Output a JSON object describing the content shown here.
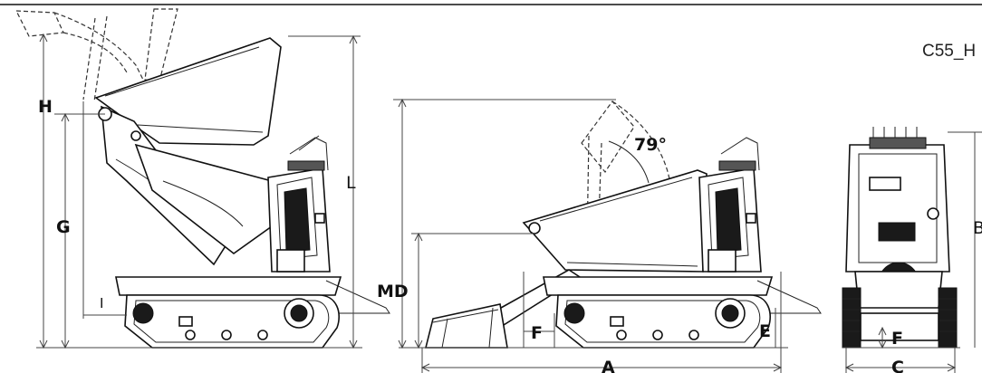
{
  "model_code": "C55_H",
  "angle_label": "79°",
  "dimension_labels": {
    "H": "H",
    "G": "G",
    "L": "L",
    "I": "I",
    "MD": "MD",
    "F": "F",
    "E": "E",
    "A": "A",
    "C": "C",
    "B": "B"
  },
  "colors": {
    "line": "#111111",
    "background": "#ffffff"
  }
}
